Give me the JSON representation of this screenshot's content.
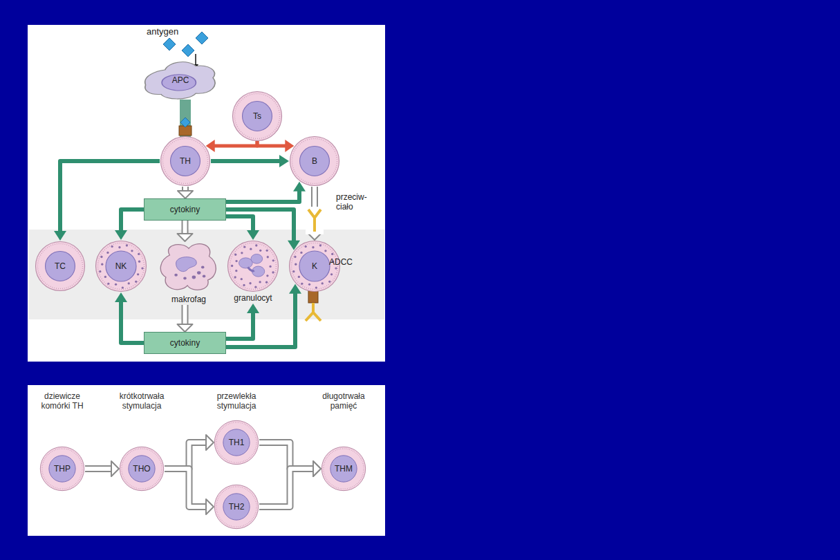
{
  "diagram": {
    "nodes": [
      {
        "text": [
          "APC"
        ]
      },
      {
        "text": [
          "Ts"
        ]
      },
      {
        "text": [
          "TH"
        ]
      },
      {
        "text": [
          "B"
        ]
      },
      {
        "text": [
          "cytokiny"
        ]
      },
      {
        "text": [
          "TC"
        ]
      },
      {
        "text": [
          "NK"
        ]
      },
      {
        "text": [
          "makrofag"
        ]
      },
      {
        "text": [
          "granulocyt"
        ]
      },
      {
        "text": [
          "K"
        ]
      },
      {
        "text": [
          "cytokiny"
        ]
      },
      {
        "text": [
          "THP"
        ]
      },
      {
        "text": [
          "THO"
        ]
      },
      {
        "text": [
          "TH1"
        ]
      },
      {
        "text": [
          "TH2"
        ]
      },
      {
        "text": [
          "THM"
        ]
      }
    ],
    "edges": [
      {
        "from": 0,
        "to": 2,
        "arrow": "none"
      },
      {
        "from": 1,
        "to": 2,
        "arrow": "to"
      },
      {
        "from": 1,
        "to": 3,
        "arrow": "to"
      },
      {
        "from": 2,
        "to": 3,
        "arrow": "to"
      },
      {
        "from": 2,
        "to": 5,
        "arrow": "to"
      },
      {
        "from": 2,
        "to": 4,
        "arrow": "to"
      },
      {
        "from": 4,
        "to": 6,
        "arrow": "to"
      },
      {
        "from": 4,
        "to": 7,
        "arrow": "to"
      },
      {
        "from": 4,
        "to": 8,
        "arrow": "to"
      },
      {
        "from": 4,
        "to": 9,
        "arrow": "to"
      },
      {
        "from": 4,
        "to": 3,
        "arrow": "to"
      },
      {
        "from": 3,
        "to": 9,
        "arrow": "to"
      },
      {
        "from": 7,
        "to": 10,
        "arrow": "to"
      },
      {
        "from": 10,
        "to": 6,
        "arrow": "to"
      },
      {
        "from": 10,
        "to": 8,
        "arrow": "to"
      },
      {
        "from": 10,
        "to": 9,
        "arrow": "to"
      },
      {
        "from": 11,
        "to": 12,
        "arrow": "to"
      },
      {
        "from": 12,
        "to": 13,
        "arrow": "to"
      },
      {
        "from": 12,
        "to": 14,
        "arrow": "to"
      },
      {
        "from": 13,
        "to": 15,
        "arrow": "to"
      },
      {
        "from": 14,
        "to": 15,
        "arrow": "to"
      }
    ],
    "labels": [
      "antygen",
      "przeciw- ciało",
      "ADCC",
      "dziewicze komórki TH",
      "krótkotrwała stymulacja",
      "przewlekła stymulacja",
      "długotrwała pamięć"
    ]
  }
}
